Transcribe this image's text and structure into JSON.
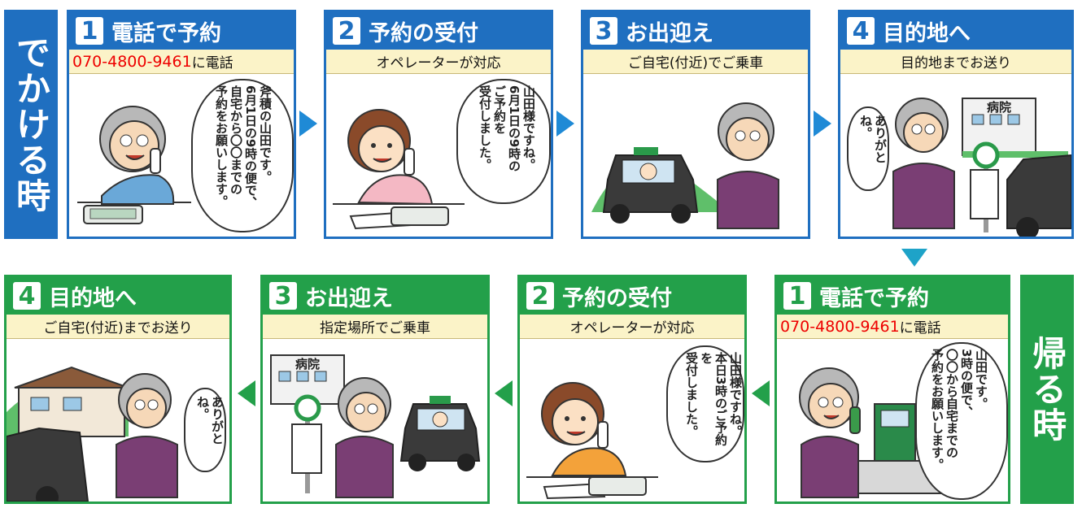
{
  "colors": {
    "outbound": "#1f6fc0",
    "return": "#23a04a",
    "header_bg": "#fbf3c8",
    "phone": "#e00000"
  },
  "outbound": {
    "label": "でかける時",
    "panels": [
      {
        "num": "1",
        "title": "電話で予約",
        "phone": "070-4800-9461",
        "sub": "に電話",
        "speech": "斧積の山田です。\n6月1日の9時の便で、\n自宅から〇〇までの\n予約をお願いします。"
      },
      {
        "num": "2",
        "title": "予約の受付",
        "sub": "オペレーターが対応",
        "speech": "山田様ですね。\n6月1日の9時の\nご予約を\n受付しました。"
      },
      {
        "num": "3",
        "title": "お出迎え",
        "sub": "ご自宅(付近)でご乗車"
      },
      {
        "num": "4",
        "title": "目的地へ",
        "sub": "目的地までお送り",
        "speech": "ありがとね。",
        "sign": "病院"
      }
    ]
  },
  "return": {
    "label": "帰る時",
    "panels": [
      {
        "num": "1",
        "title": "電話で予約",
        "phone": "070-4800-9461",
        "sub": " に電話",
        "speech": "山田です。\n3時の便で、\n〇〇から自宅までの\n予約をお願いします。"
      },
      {
        "num": "2",
        "title": "予約の受付",
        "sub": "オペレーターが対応",
        "speech": "山田様ですね。\n本日3時のご予約を\n受付しました。"
      },
      {
        "num": "3",
        "title": "お出迎え",
        "sub": "指定場所でご乗車",
        "sign": "病院"
      },
      {
        "num": "4",
        "title": "目的地へ",
        "sub": "ご自宅(付近)までお送り",
        "speech": "ありがとね。"
      }
    ]
  }
}
